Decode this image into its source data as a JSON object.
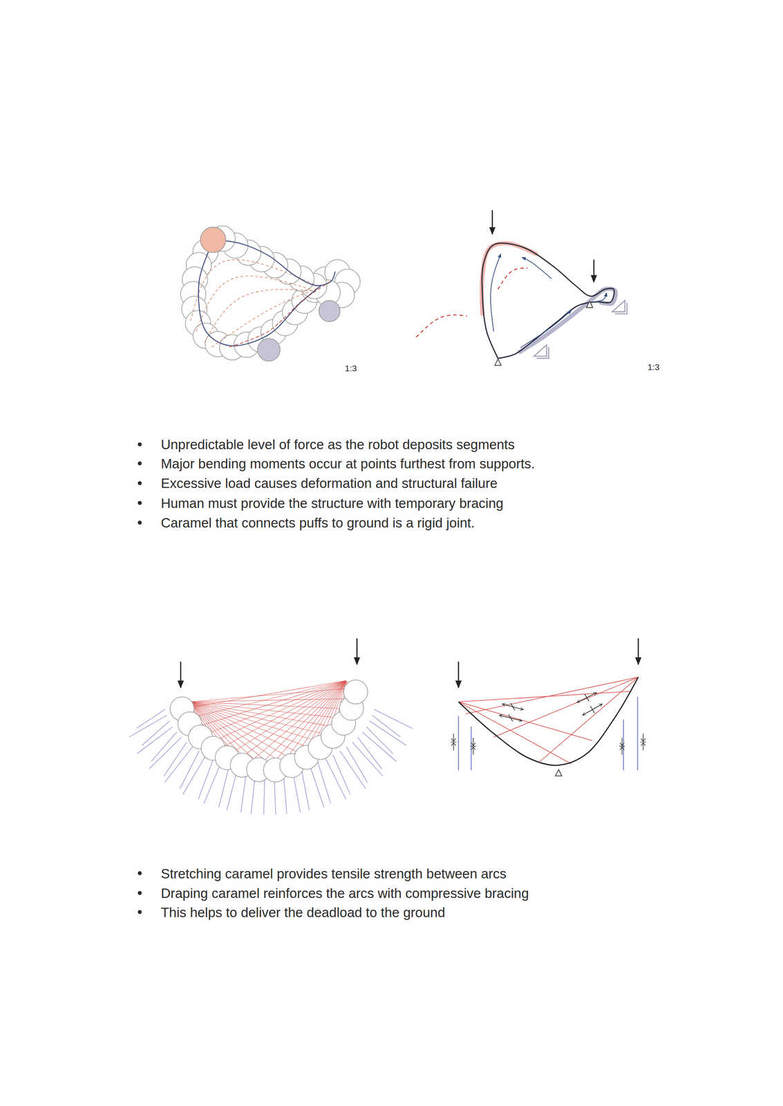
{
  "diagram": {
    "labels": [
      "1:3",
      "1:3",
      "Unpredictable level of force as the robot deposits segments",
      "Major bending moments occur at points furthest from supports.",
      "Excessive load causes deformation and structural failure",
      "Human must provide the structure with temporary bracing",
      "Caramel that connects puffs to ground is a rigid joint.",
      "Stretching caramel provides tensile strength between arcs",
      "Draping caramel reinforces the arcs with compressive bracing",
      "This helps to deliver the deadload to the ground"
    ]
  }
}
